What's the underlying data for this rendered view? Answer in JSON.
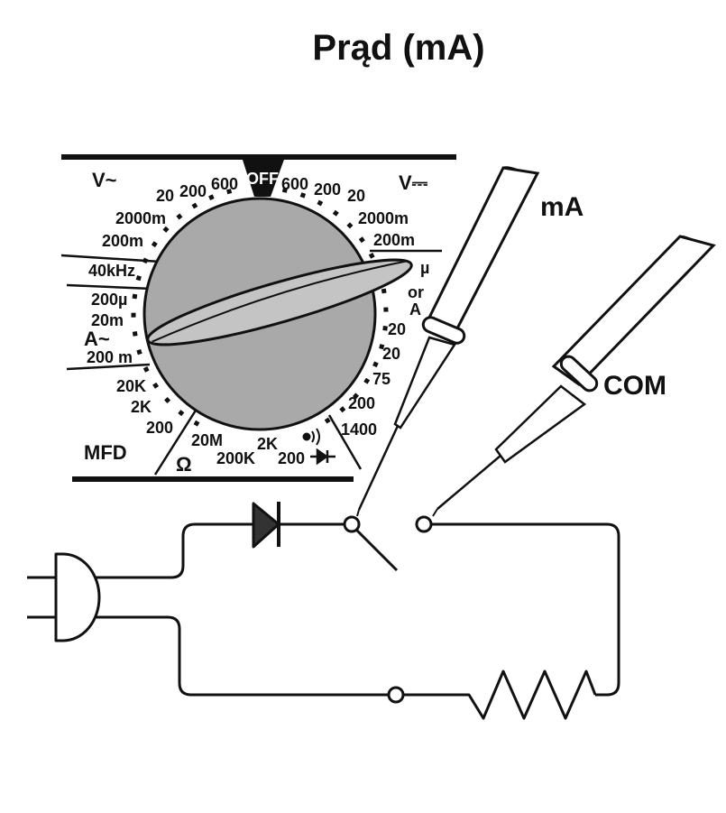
{
  "title": "Prąd (mA)",
  "leads": {
    "ma_label": "mA",
    "com_label": "COM"
  },
  "dial": {
    "off": "OFF",
    "v_ac": "V~",
    "v_dc": "V⎓",
    "a_ac": "A~",
    "mfd": "MFD",
    "ohm": "Ω",
    "v_ac_ranges": [
      "20",
      "200",
      "600"
    ],
    "v_dc_ranges": [
      "600",
      "200",
      "20"
    ],
    "left_labels": [
      "2000m",
      "200m",
      "40kHz",
      "200µ",
      "20m",
      "200 m",
      "20K",
      "2K",
      "200"
    ],
    "right_labels": [
      "2000m",
      "200m",
      "µ",
      "or",
      "A",
      "20",
      "20",
      "75",
      "200",
      "1400"
    ],
    "ohm_ranges": [
      "20M",
      "2K",
      "200K",
      "200"
    ]
  },
  "colors": {
    "knob": "#a9a9a9",
    "pointer": "#c4c4c4",
    "ink": "#111111"
  }
}
